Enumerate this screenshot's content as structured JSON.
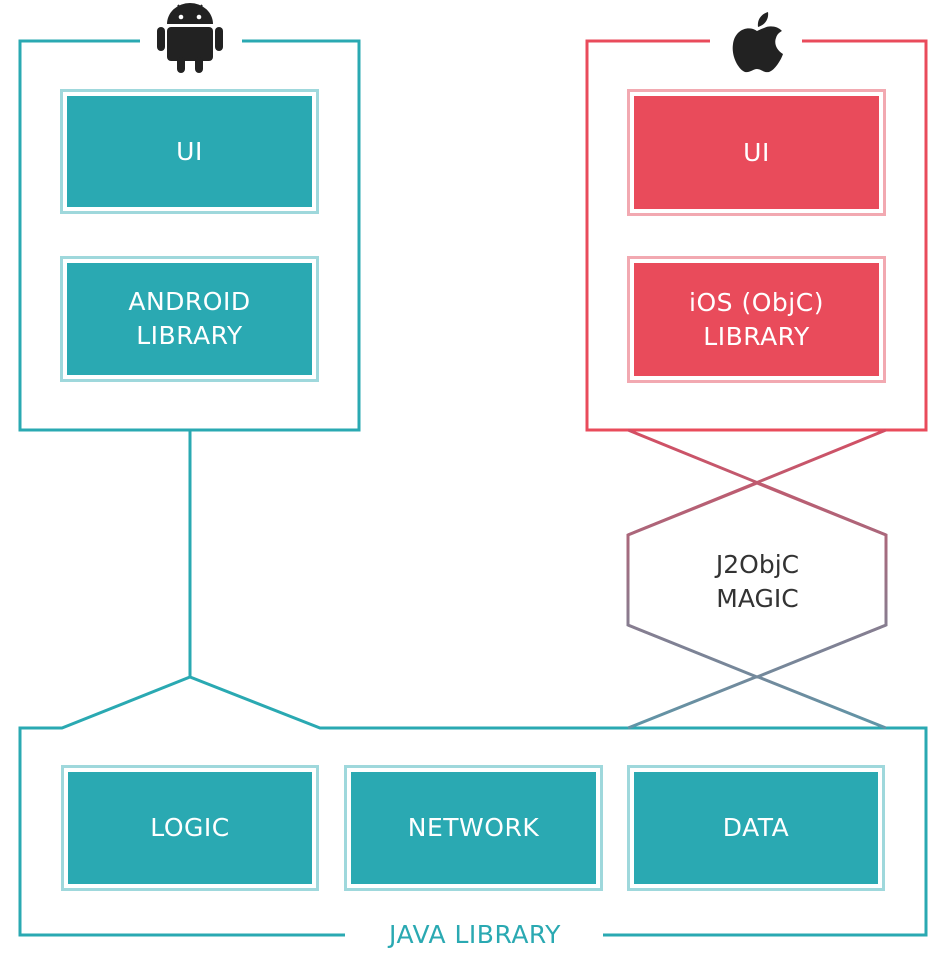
{
  "colors": {
    "teal": "#2aa9b2",
    "teal_light": "#9fd8dc",
    "red": "#e94b5b",
    "red_light": "#f2a9b1",
    "magic_gradient_top": "#d44e63",
    "magic_gradient_bottom": "#5e96a8"
  },
  "android": {
    "icon": "android-icon",
    "ui_label": "UI",
    "library_label": "ANDROID\nLIBRARY"
  },
  "ios": {
    "icon": "apple-icon",
    "ui_label": "UI",
    "library_label": "iOS (ObjC)\nLIBRARY"
  },
  "magic": {
    "label": "J2ObjC\nMAGIC"
  },
  "java": {
    "label": "JAVA LIBRARY",
    "modules": [
      "LOGIC",
      "NETWORK",
      "DATA"
    ]
  }
}
